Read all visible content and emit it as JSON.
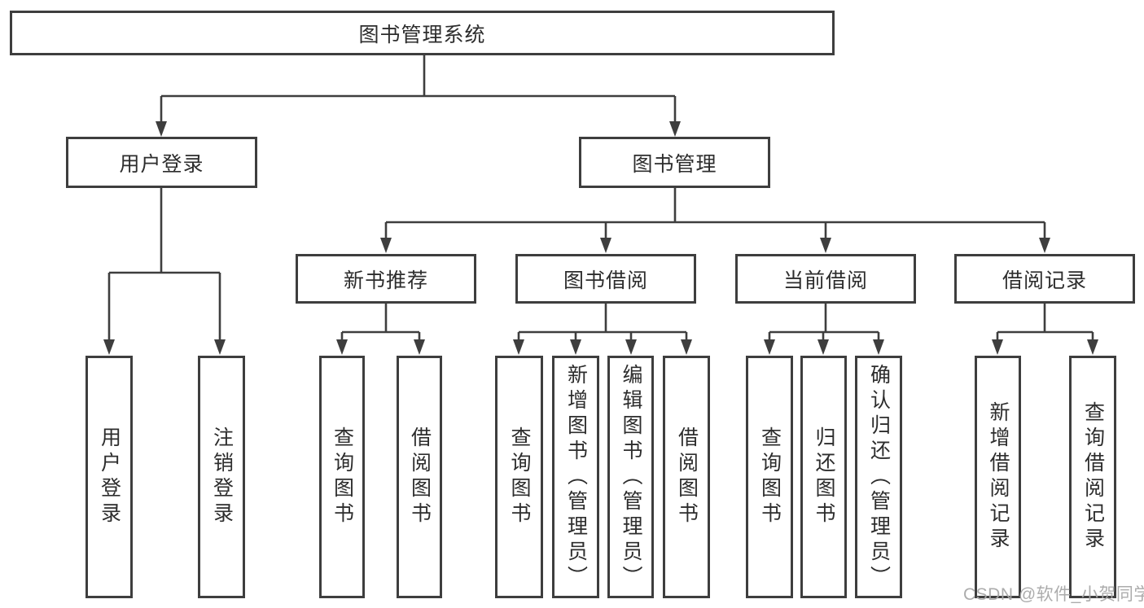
{
  "diagram": {
    "title": "图书管理系统",
    "root": {
      "label": "图书管理系统"
    },
    "level2": [
      {
        "label": "用户登录"
      },
      {
        "label": "图书管理"
      }
    ],
    "level3": [
      {
        "label": "新书推荐"
      },
      {
        "label": "图书借阅"
      },
      {
        "label": "当前借阅"
      },
      {
        "label": "借阅记录"
      }
    ],
    "leaves": {
      "user_login": [
        {
          "label": "用户登录"
        },
        {
          "label": "注销登录"
        }
      ],
      "new_book": [
        {
          "label": "查询图书"
        },
        {
          "label": "借阅图书"
        }
      ],
      "book_borrow": [
        {
          "label": "查询图书"
        },
        {
          "label": "新增图书（管理员）"
        },
        {
          "label": "编辑图书（管理员）"
        },
        {
          "label": "借阅图书"
        }
      ],
      "current_borrow": [
        {
          "label": "查询图书"
        },
        {
          "label": "归还图书"
        },
        {
          "label": "确认归还（管理员）"
        }
      ],
      "borrow_records": [
        {
          "label": "新增借阅记录"
        },
        {
          "label": "查询借阅记录"
        }
      ]
    }
  },
  "watermark": {
    "text": "CSDN @软件_小贺同学"
  },
  "colors": {
    "background": "#ffffff",
    "line": "#3e3e3e",
    "box_border": "#3e3e3e",
    "text": "#2d2d2d",
    "watermark": "#a8a8a8"
  }
}
